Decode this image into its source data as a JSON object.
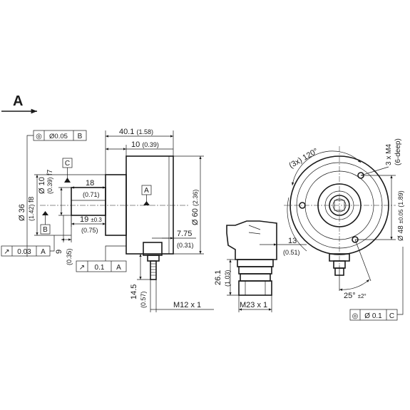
{
  "view_marker": "A",
  "left_view": {
    "tol_concentricity": {
      "symbol": "◎",
      "value": "Ø0.05",
      "datum": "B"
    },
    "datum_c": "C",
    "datum_b": "B",
    "datum_a": "A",
    "dim_overall": {
      "value": "40.1",
      "imperial": "(1.58)"
    },
    "dim_body": {
      "value": "10",
      "imperial": "(0.39)"
    },
    "dim_shaft_dia": {
      "value": "Ø 10",
      "imperial": "(0.39)",
      "fit": "f7"
    },
    "dim_shaft_len": {
      "value": "18",
      "imperial": "(0.71)"
    },
    "dim_flat_len": {
      "value": "19",
      "tol": "±0.3",
      "imperial": "(0.75)"
    },
    "dim_flange_dia": {
      "value": "Ø 36",
      "imperial": "(1.42)",
      "fit": "f8"
    },
    "dim_shaft_offset": {
      "value": "9",
      "imperial": "(0.35)"
    },
    "dim_body_dia": {
      "value": "Ø 60",
      "imperial": "(2.36)"
    },
    "dim_connector_depth": {
      "value": "7.75",
      "imperial": "(0.31)"
    },
    "dim_connector_height": {
      "value": "14.5",
      "imperial": "(0.57)"
    },
    "dim_thread": "M12 x 1",
    "tol_runout_1": {
      "symbol": "↗",
      "value": "0.03",
      "datum": "A"
    },
    "tol_runout_2": {
      "symbol": "↗",
      "value": "0.1",
      "datum": "A"
    }
  },
  "mid_view": {
    "dim_height": {
      "value": "26.1",
      "imperial": "(1.03)"
    },
    "dim_depth": {
      "value": "13",
      "imperial": "(0.51)"
    },
    "dim_thread": "M23 x 1"
  },
  "right_view": {
    "label_holes_angle": "(3x) 120°",
    "label_holes_thread": "3 x M4",
    "label_holes_depth": "(6-deep)",
    "dim_bolt_circle": {
      "value": "Ø 48",
      "tol": "±0.05",
      "imperial": "(1.89)"
    },
    "dim_angle": {
      "value": "25°",
      "tol": "±2°"
    },
    "tol_concentricity": {
      "symbol": "◎",
      "value": "Ø 0.1",
      "datum": "C"
    }
  }
}
